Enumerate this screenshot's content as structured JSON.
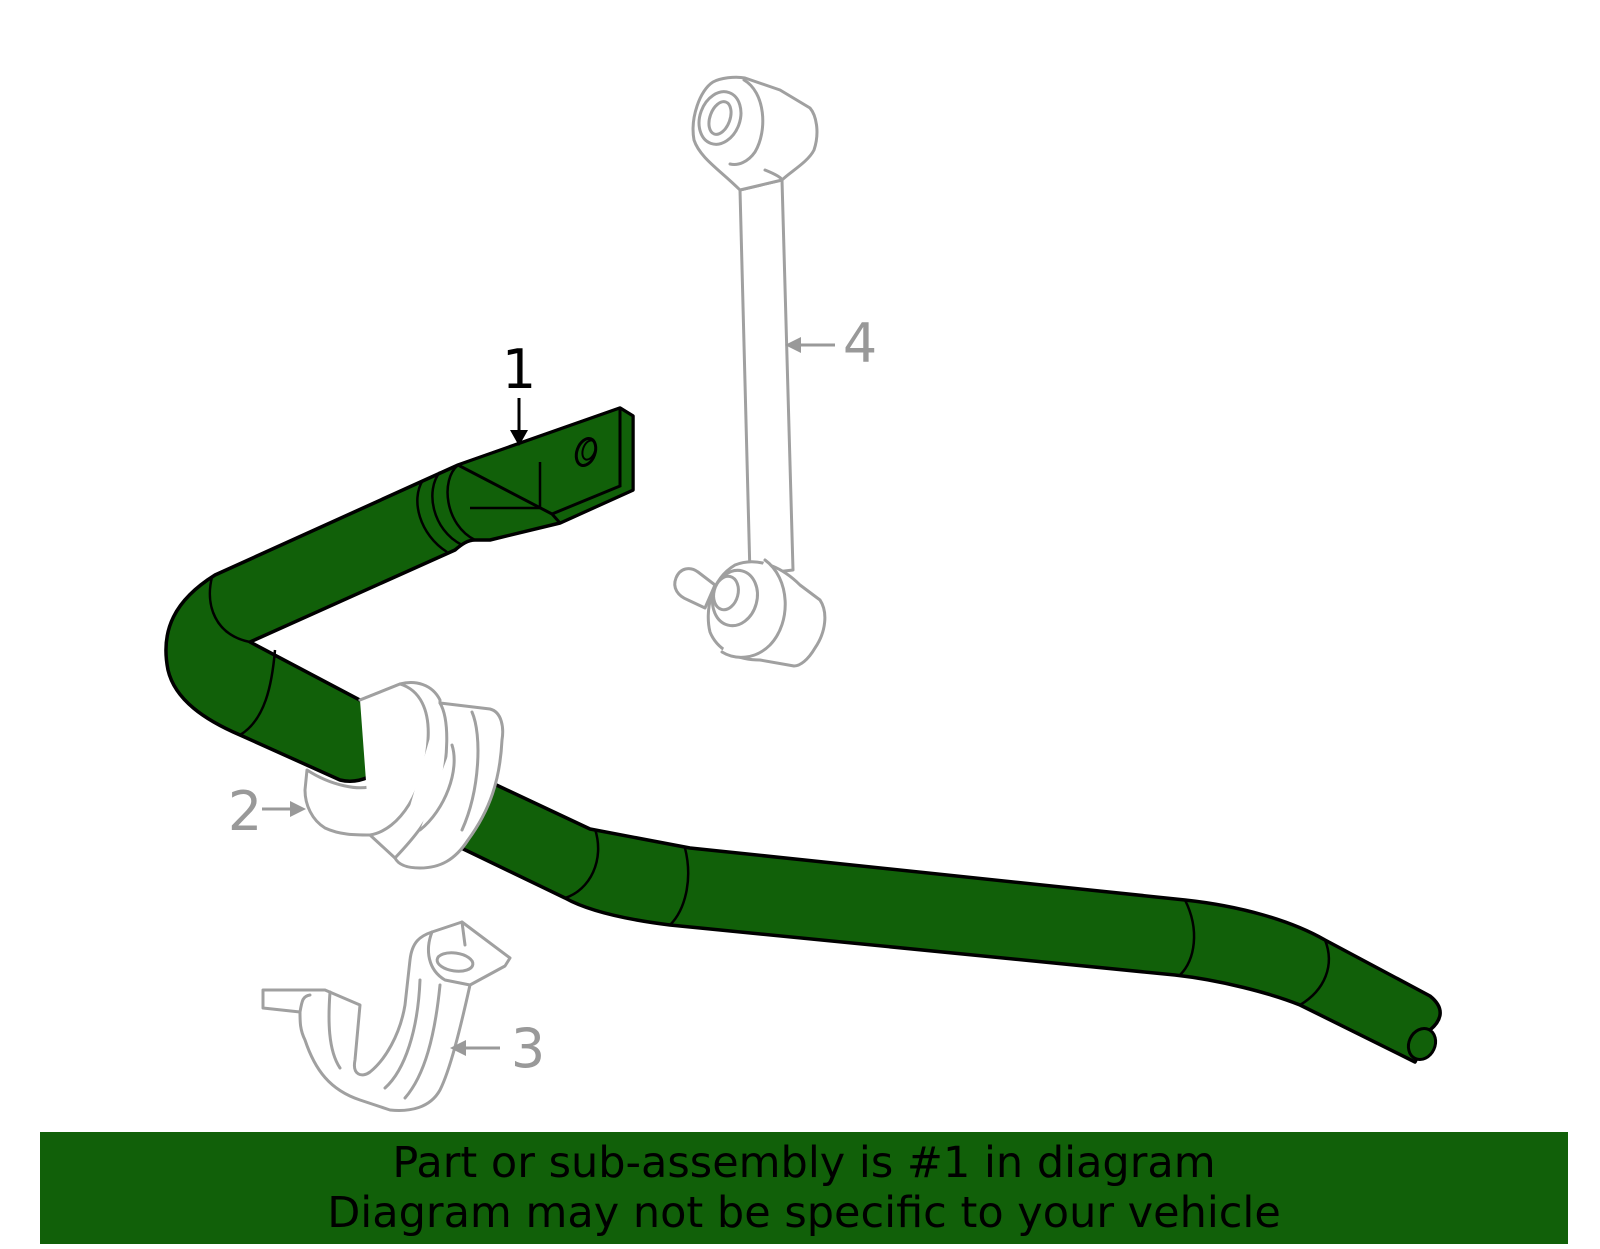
{
  "colors": {
    "highlight": "#116009",
    "outline_gray": "#a0a0a0",
    "callout_gray": "#999999",
    "black": "#000000"
  },
  "callouts": {
    "part1": "1",
    "part2": "2",
    "part3": "3",
    "part4": "4"
  },
  "banner": {
    "line1": "Part or sub-assembly is #1 in diagram",
    "line2": "Diagram may not be specific to your vehicle"
  }
}
